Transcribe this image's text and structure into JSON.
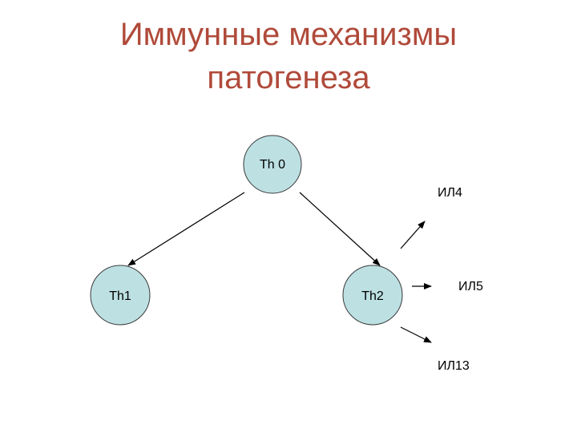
{
  "title": {
    "line1": "Иммунные механизмы",
    "line2": "патогенеза"
  },
  "nodes": {
    "th0": "Th 0",
    "th1": "Th1",
    "th2": "Th2"
  },
  "outputs": {
    "il4": "ИЛ4",
    "il5": "ИЛ5",
    "il13": "ИЛ13"
  },
  "colors": {
    "title": "#b04a3a",
    "node_fill": "#bde0e3",
    "node_stroke": "#3a3a3a"
  }
}
